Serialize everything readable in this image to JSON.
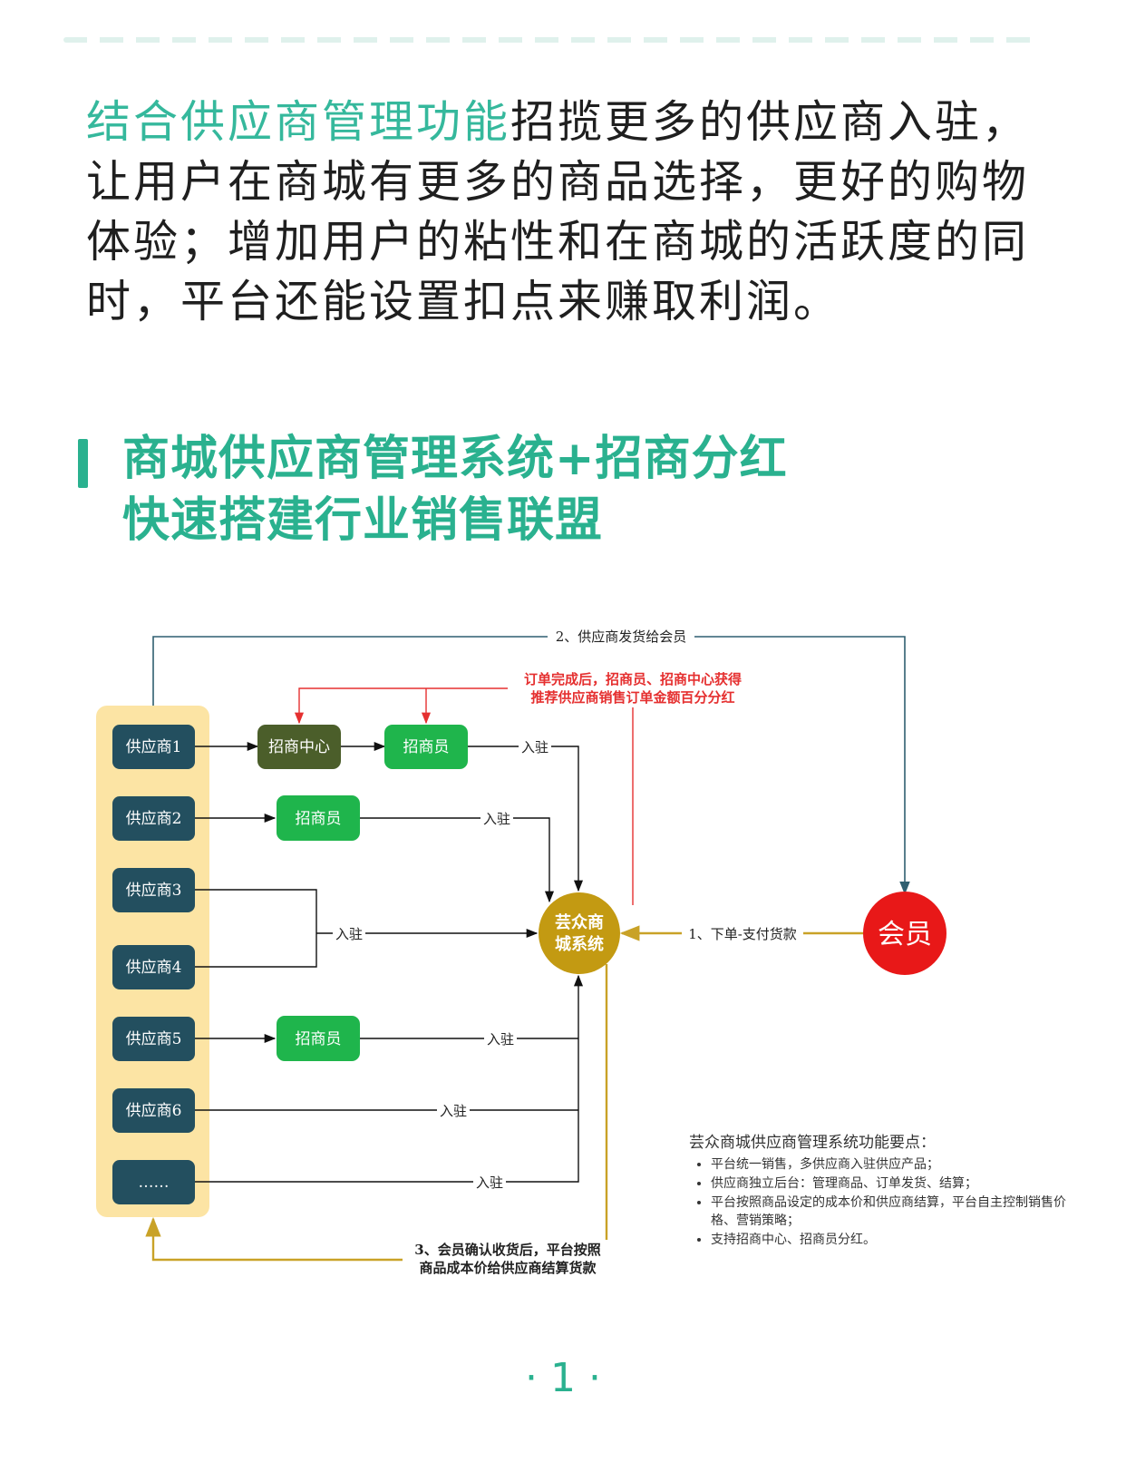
{
  "intro": {
    "highlight": "结合供应商管理功能",
    "rest": "招揽更多的供应商入驻，让用户在商城有更多的商品选择，更好的购物体验；增加用户的粘性和在商城的活跃度的同时，平台还能设置扣点来赚取利润。"
  },
  "section": {
    "title_line1": "商城供应商管理系统+招商分红",
    "title_line2": "快速搭建行业销售联盟"
  },
  "diagram": {
    "suppliers": [
      "供应商1",
      "供应商2",
      "供应商3",
      "供应商4",
      "供应商5",
      "供应商6",
      "……"
    ],
    "center_node": "招商中心",
    "agent_node": "招商员",
    "hub_line1": "芸众商",
    "hub_line2": "城系统",
    "member": "会员",
    "join_label": "入驻",
    "top_label": "2、供应商发货给会员",
    "red_label_line1": "订单完成后，招商员、招商中心获得",
    "red_label_line2": "推荐供应商销售订单金额百分分红",
    "order_label": "1、下单-支付货款",
    "settle_line1": "3、会员确认收货后，平台按照",
    "settle_line2": "商品成本价给供应商结算货款"
  },
  "notes": {
    "title": "芸众商城供应商管理系统功能要点：",
    "items": [
      "平台统一销售，多供应商入驻供应产品；",
      "供应商独立后台：管理商品、订单发货、结算；",
      "平台按照商品设定的成本价和供应商结算，平台自主控制销售价格、营销策略；",
      "支持招商中心、招商员分红。"
    ]
  },
  "page": {
    "number": "· 1 ·"
  },
  "colors": {
    "accent": "#2ab18f",
    "supplier": "#234f5f",
    "panel": "#fce4a4",
    "center": "#4b5e2a",
    "agent": "#1fb54c",
    "hub": "#c39a12",
    "member": "#e81818",
    "red_line": "#e53030",
    "gold_line": "#c9a227",
    "blue_line": "#2f5f70"
  }
}
